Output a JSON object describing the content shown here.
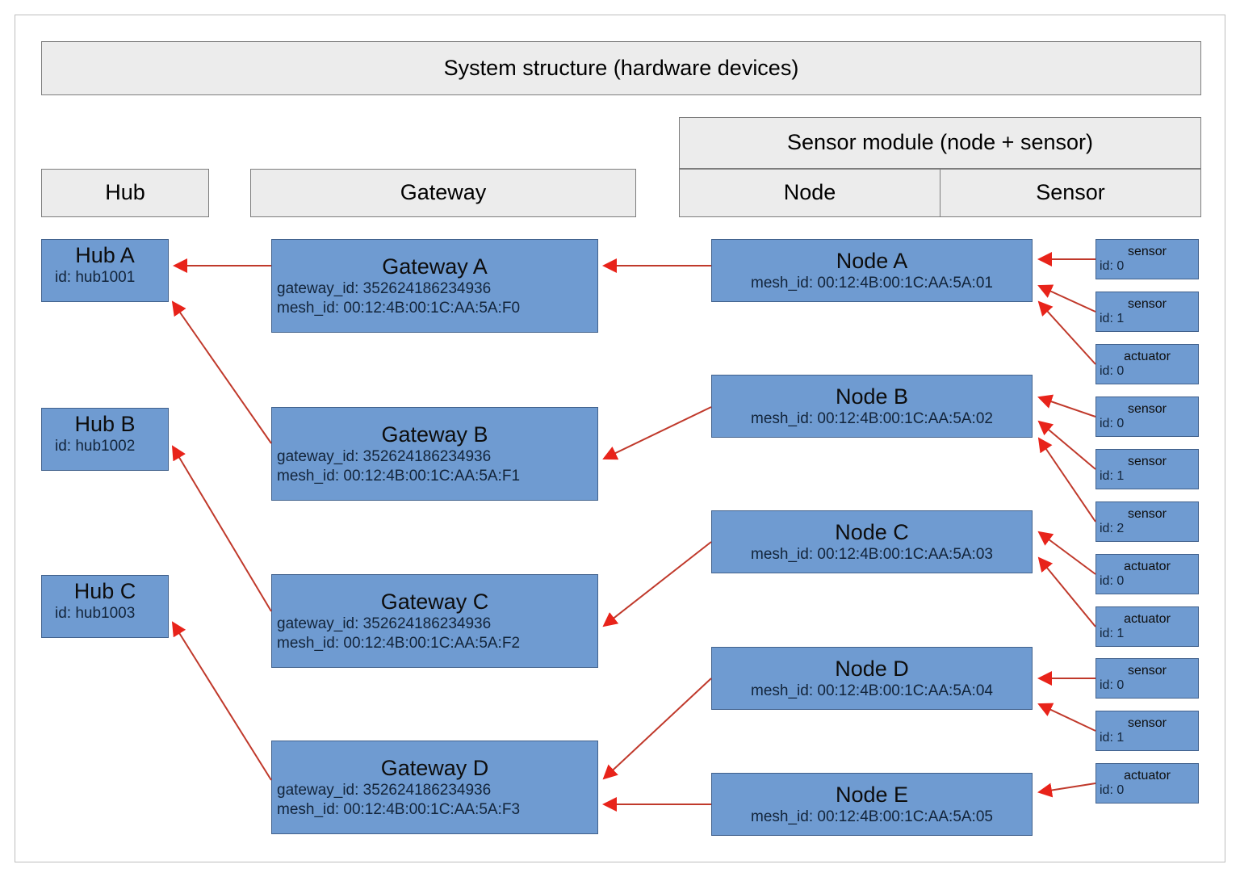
{
  "diagram": {
    "title": "System structure (hardware devices)",
    "accent_box_fill": "#6f9bd1",
    "accent_box_stroke": "#41618c",
    "header_fill": "#ececec",
    "header_stroke": "#7d7d7d",
    "arrow_color": "#e8231a",
    "arrow_line_color": "#c0392b"
  },
  "headers": {
    "hub": "Hub",
    "gateway": "Gateway",
    "sensor_module": "Sensor module (node + sensor)",
    "node": "Node",
    "sensor": "Sensor"
  },
  "hubs": [
    {
      "title": "Hub A",
      "id_label": "id: hub1001"
    },
    {
      "title": "Hub B",
      "id_label": "id: hub1002"
    },
    {
      "title": "Hub C",
      "id_label": "id: hub1003"
    }
  ],
  "gateways": [
    {
      "title": "Gateway A",
      "gateway_id": "gateway_id: 352624186234936",
      "mesh_id": "mesh_id: 00:12:4B:00:1C:AA:5A:F0"
    },
    {
      "title": "Gateway B",
      "gateway_id": "gateway_id: 352624186234936",
      "mesh_id": "mesh_id: 00:12:4B:00:1C:AA:5A:F1"
    },
    {
      "title": "Gateway C",
      "gateway_id": "gateway_id: 352624186234936",
      "mesh_id": "mesh_id: 00:12:4B:00:1C:AA:5A:F2"
    },
    {
      "title": "Gateway D",
      "gateway_id": "gateway_id: 352624186234936",
      "mesh_id": "mesh_id: 00:12:4B:00:1C:AA:5A:F3"
    }
  ],
  "nodes": [
    {
      "title": "Node A",
      "mesh_id": "mesh_id: 00:12:4B:00:1C:AA:5A:01"
    },
    {
      "title": "Node B",
      "mesh_id": "mesh_id: 00:12:4B:00:1C:AA:5A:02"
    },
    {
      "title": "Node C",
      "mesh_id": "mesh_id: 00:12:4B:00:1C:AA:5A:03"
    },
    {
      "title": "Node D",
      "mesh_id": "mesh_id: 00:12:4B:00:1C:AA:5A:04"
    },
    {
      "title": "Node E",
      "mesh_id": "mesh_id: 00:12:4B:00:1C:AA:5A:05"
    }
  ],
  "peripherals": [
    {
      "kind": "sensor",
      "title": "sensor",
      "id_label": "id: 0"
    },
    {
      "kind": "sensor",
      "title": "sensor",
      "id_label": "id: 1"
    },
    {
      "kind": "actuator",
      "title": "actuator",
      "id_label": "id: 0"
    },
    {
      "kind": "sensor",
      "title": "sensor",
      "id_label": "id: 0"
    },
    {
      "kind": "sensor",
      "title": "sensor",
      "id_label": "id: 1"
    },
    {
      "kind": "sensor",
      "title": "sensor",
      "id_label": "id: 2"
    },
    {
      "kind": "actuator",
      "title": "actuator",
      "id_label": "id: 0"
    },
    {
      "kind": "actuator",
      "title": "actuator",
      "id_label": "id: 1"
    },
    {
      "kind": "sensor",
      "title": "sensor",
      "id_label": "id: 0"
    },
    {
      "kind": "sensor",
      "title": "sensor",
      "id_label": "id: 1"
    },
    {
      "kind": "actuator",
      "title": "actuator",
      "id_label": "id: 0"
    }
  ],
  "connections": [
    {
      "from": "Gateway A",
      "to": "Hub A"
    },
    {
      "from": "Gateway B",
      "to": "Hub A"
    },
    {
      "from": "Gateway C",
      "to": "Hub B"
    },
    {
      "from": "Gateway D",
      "to": "Hub C"
    },
    {
      "from": "Node A",
      "to": "Gateway A"
    },
    {
      "from": "Node B",
      "to": "Gateway B"
    },
    {
      "from": "Node C",
      "to": "Gateway C"
    },
    {
      "from": "Node D",
      "to": "Gateway D"
    },
    {
      "from": "Node E",
      "to": "Gateway D"
    },
    {
      "from": "sensor id: 0",
      "to": "Node A"
    },
    {
      "from": "sensor id: 1",
      "to": "Node A"
    },
    {
      "from": "actuator id: 0",
      "to": "Node A"
    },
    {
      "from": "sensor id: 0",
      "to": "Node B"
    },
    {
      "from": "sensor id: 1",
      "to": "Node B"
    },
    {
      "from": "sensor id: 2",
      "to": "Node B"
    },
    {
      "from": "actuator id: 0",
      "to": "Node C"
    },
    {
      "from": "actuator id: 1",
      "to": "Node C"
    },
    {
      "from": "sensor id: 0",
      "to": "Node D"
    },
    {
      "from": "sensor id: 1",
      "to": "Node D"
    },
    {
      "from": "actuator id: 0",
      "to": "Node E"
    }
  ]
}
